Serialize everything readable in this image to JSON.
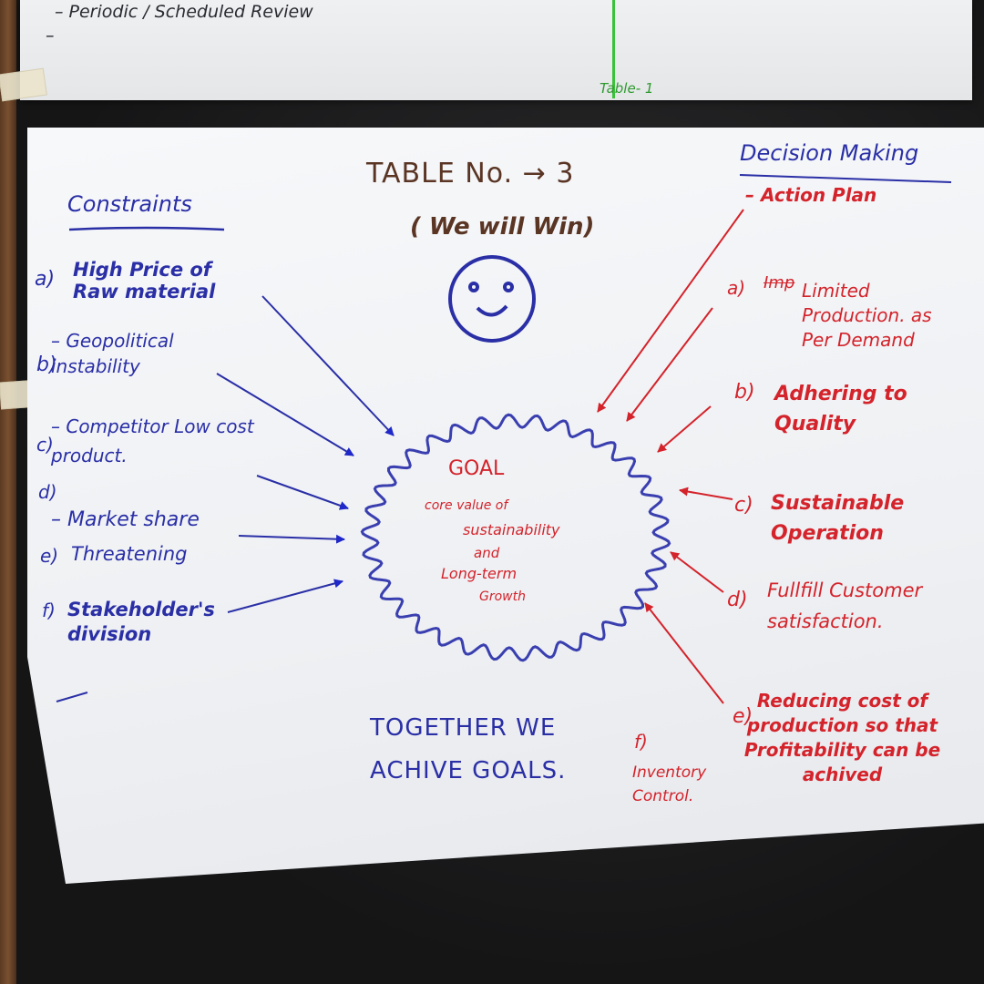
{
  "top_sheet": {
    "line1": "– Periodic / Scheduled Review",
    "line2": "–",
    "table_label": "Table- 1"
  },
  "poster": {
    "title": "TABLE No. → 3",
    "subtitle": "( We will Win)",
    "smiley": "smiley-face",
    "constraints": {
      "heading": "Constraints",
      "items": [
        {
          "marker": "a)",
          "text": "High Price of Raw material"
        },
        {
          "marker": "b)",
          "text": "– Geopolitical instability"
        },
        {
          "marker": "c)",
          "text": "– Competitor Low cost product."
        },
        {
          "marker": "d)",
          "text": "– Market share"
        },
        {
          "marker": "e)",
          "text": "Threatening"
        },
        {
          "marker": "f)",
          "text": "Stakeholder's division"
        }
      ]
    },
    "goal": {
      "heading": "GOAL",
      "text_lines": [
        "core value of",
        "sustainability",
        "and",
        "Long-term",
        "Growth"
      ]
    },
    "decision": {
      "heading": "Decision Making",
      "action": "– Action Plan",
      "items": [
        {
          "marker": "a)",
          "strike": "Imp",
          "text": "Limited Production. as Per Demand"
        },
        {
          "marker": "b)",
          "text": "Adhering to Quality"
        },
        {
          "marker": "c)",
          "text": "Sustainable Operation"
        },
        {
          "marker": "d)",
          "text": "Fullfill Customer satisfaction."
        },
        {
          "marker": "e)",
          "text": "Reducing cost of production so that Profitability can be achived"
        },
        {
          "marker": "f)",
          "text": "Inventory Control."
        }
      ]
    },
    "footer": "TOGETHER WE ACHIVE GOALS."
  },
  "colors": {
    "blue_ink": "#2a2fa6",
    "red_ink": "#d4232b",
    "brown_ink": "#5a3524",
    "goal_cloud": "#3a3fb0"
  }
}
